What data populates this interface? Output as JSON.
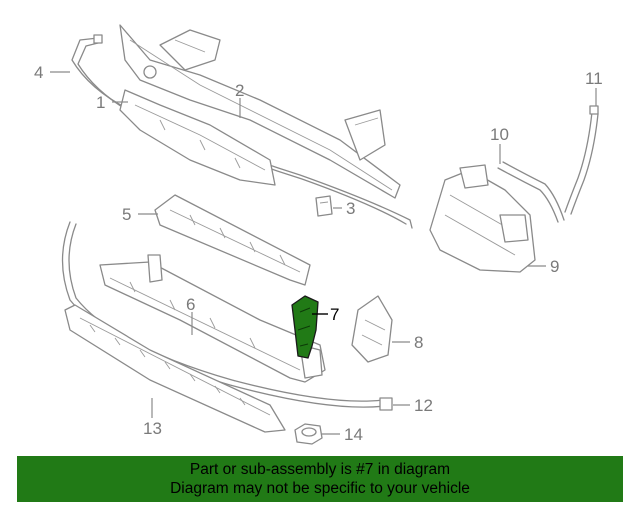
{
  "diagram": {
    "callouts": {
      "c1": "1",
      "c2": "2",
      "c3": "3",
      "c4": "4",
      "c5": "5",
      "c6": "6",
      "c7": "7",
      "c8": "8",
      "c9": "9",
      "c10": "10",
      "c11": "11",
      "c12": "12",
      "c13": "13",
      "c14": "14"
    },
    "highlighted_part": "7",
    "colors": {
      "line": "#8a8a8a",
      "highlight_fill": "#217a16",
      "footer_bg": "#217a16"
    }
  },
  "footer": {
    "line1": "Part or sub-assembly is #7 in diagram",
    "line2": "Diagram may not be specific to your vehicle"
  }
}
